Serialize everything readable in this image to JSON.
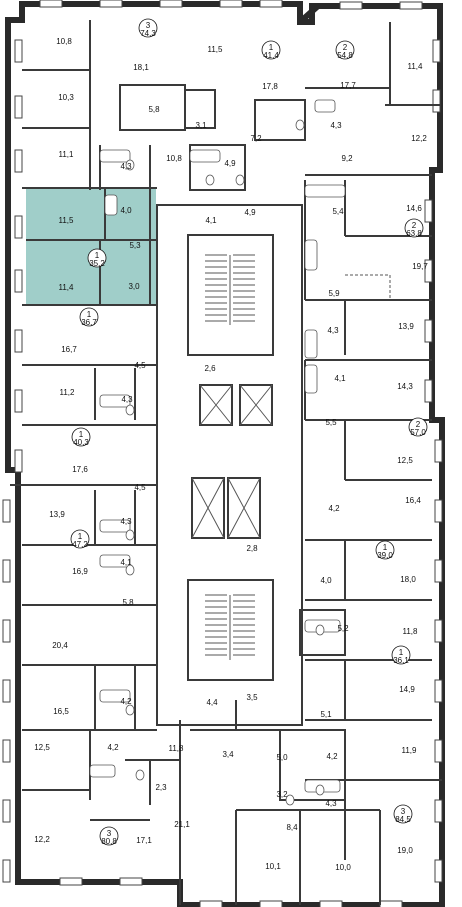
{
  "highlight_color": "#8fc5c0",
  "room_areas": [
    {
      "id": "r1",
      "v": "10,8"
    },
    {
      "id": "r2",
      "v": "18,1"
    },
    {
      "id": "r3",
      "v": "11,5"
    },
    {
      "id": "r4",
      "v": "17,7"
    },
    {
      "id": "r5",
      "v": "11,4"
    },
    {
      "id": "r6",
      "v": "10,3"
    },
    {
      "id": "r7",
      "v": "5,8"
    },
    {
      "id": "r8",
      "v": "3,1"
    },
    {
      "id": "r9",
      "v": "17,8"
    },
    {
      "id": "r10",
      "v": "4,3"
    },
    {
      "id": "r11",
      "v": "12,2"
    },
    {
      "id": "r12",
      "v": "7,2"
    },
    {
      "id": "r13",
      "v": "11,1"
    },
    {
      "id": "r14",
      "v": "4,3"
    },
    {
      "id": "r15",
      "v": "10,8"
    },
    {
      "id": "r16",
      "v": "4,9"
    },
    {
      "id": "r17",
      "v": "9,2"
    },
    {
      "id": "r18",
      "v": "11,5"
    },
    {
      "id": "r19",
      "v": "4,0"
    },
    {
      "id": "r20",
      "v": "4,1"
    },
    {
      "id": "r21",
      "v": "4,9"
    },
    {
      "id": "r22",
      "v": "5,4"
    },
    {
      "id": "r23",
      "v": "14,6"
    },
    {
      "id": "r24",
      "v": "5,3"
    },
    {
      "id": "r25",
      "v": "19,7"
    },
    {
      "id": "r26",
      "v": "11,4"
    },
    {
      "id": "r27",
      "v": "3,0"
    },
    {
      "id": "r28",
      "v": "5,9"
    },
    {
      "id": "r29",
      "v": "13,9"
    },
    {
      "id": "r30",
      "v": "4,3"
    },
    {
      "id": "r31",
      "v": "16,7"
    },
    {
      "id": "r32",
      "v": "4,5"
    },
    {
      "id": "r33",
      "v": "2,6"
    },
    {
      "id": "r34",
      "v": "4,1"
    },
    {
      "id": "r35",
      "v": "14,3"
    },
    {
      "id": "r36",
      "v": "11,2"
    },
    {
      "id": "r37",
      "v": "4,3"
    },
    {
      "id": "r38",
      "v": "5,5"
    },
    {
      "id": "r39",
      "v": "17,6"
    },
    {
      "id": "r40",
      "v": "12,5"
    },
    {
      "id": "r41",
      "v": "4,5"
    },
    {
      "id": "r42",
      "v": "13,9"
    },
    {
      "id": "r43",
      "v": "16,4"
    },
    {
      "id": "r44",
      "v": "4,3"
    },
    {
      "id": "r45",
      "v": "4,2"
    },
    {
      "id": "r46",
      "v": "2,8"
    },
    {
      "id": "r47",
      "v": "4,1"
    },
    {
      "id": "r48",
      "v": "16,9"
    },
    {
      "id": "r49",
      "v": "18,0"
    },
    {
      "id": "r50",
      "v": "4,0"
    },
    {
      "id": "r51",
      "v": "5,8"
    },
    {
      "id": "r52",
      "v": "5,2"
    },
    {
      "id": "r53",
      "v": "20,4"
    },
    {
      "id": "r54",
      "v": "11,8"
    },
    {
      "id": "r55",
      "v": "4,2"
    },
    {
      "id": "r56",
      "v": "16,5"
    },
    {
      "id": "r57",
      "v": "4,4"
    },
    {
      "id": "r58",
      "v": "3,5"
    },
    {
      "id": "r59",
      "v": "14,9"
    },
    {
      "id": "r60",
      "v": "5,1"
    },
    {
      "id": "r61",
      "v": "11,8"
    },
    {
      "id": "r62",
      "v": "3,4"
    },
    {
      "id": "r63",
      "v": "5,0"
    },
    {
      "id": "r64",
      "v": "12,5"
    },
    {
      "id": "r65",
      "v": "4,2"
    },
    {
      "id": "r66",
      "v": "4,2"
    },
    {
      "id": "r67",
      "v": "11,9"
    },
    {
      "id": "r68",
      "v": "2,3"
    },
    {
      "id": "r69",
      "v": "3,2"
    },
    {
      "id": "r70",
      "v": "4,3"
    },
    {
      "id": "r71",
      "v": "21,1"
    },
    {
      "id": "r72",
      "v": "8,4"
    },
    {
      "id": "r73",
      "v": "12,2"
    },
    {
      "id": "r74",
      "v": "17,1"
    },
    {
      "id": "r75",
      "v": "19,0"
    },
    {
      "id": "r76",
      "v": "10,1"
    },
    {
      "id": "r77",
      "v": "10,0"
    }
  ],
  "apartments": [
    {
      "id": "a1",
      "rooms": "3",
      "total": "74,3"
    },
    {
      "id": "a2",
      "rooms": "1",
      "total": "41,4"
    },
    {
      "id": "a3",
      "rooms": "2",
      "total": "54,8"
    },
    {
      "id": "a4",
      "rooms": "1",
      "total": "35,2",
      "highlighted": true
    },
    {
      "id": "a5",
      "rooms": "2",
      "total": "63,8"
    },
    {
      "id": "a6",
      "rooms": "1",
      "total": "36,7"
    },
    {
      "id": "a7",
      "rooms": "1",
      "total": "40,3"
    },
    {
      "id": "a8",
      "rooms": "2",
      "total": "57,0"
    },
    {
      "id": "a9",
      "rooms": "1",
      "total": "39,0"
    },
    {
      "id": "a10",
      "rooms": "1",
      "total": "47,2"
    },
    {
      "id": "a11",
      "rooms": "1",
      "total": "36,1"
    },
    {
      "id": "a12",
      "rooms": "3",
      "total": "80,8"
    },
    {
      "id": "a13",
      "rooms": "3",
      "total": "84,5"
    }
  ]
}
